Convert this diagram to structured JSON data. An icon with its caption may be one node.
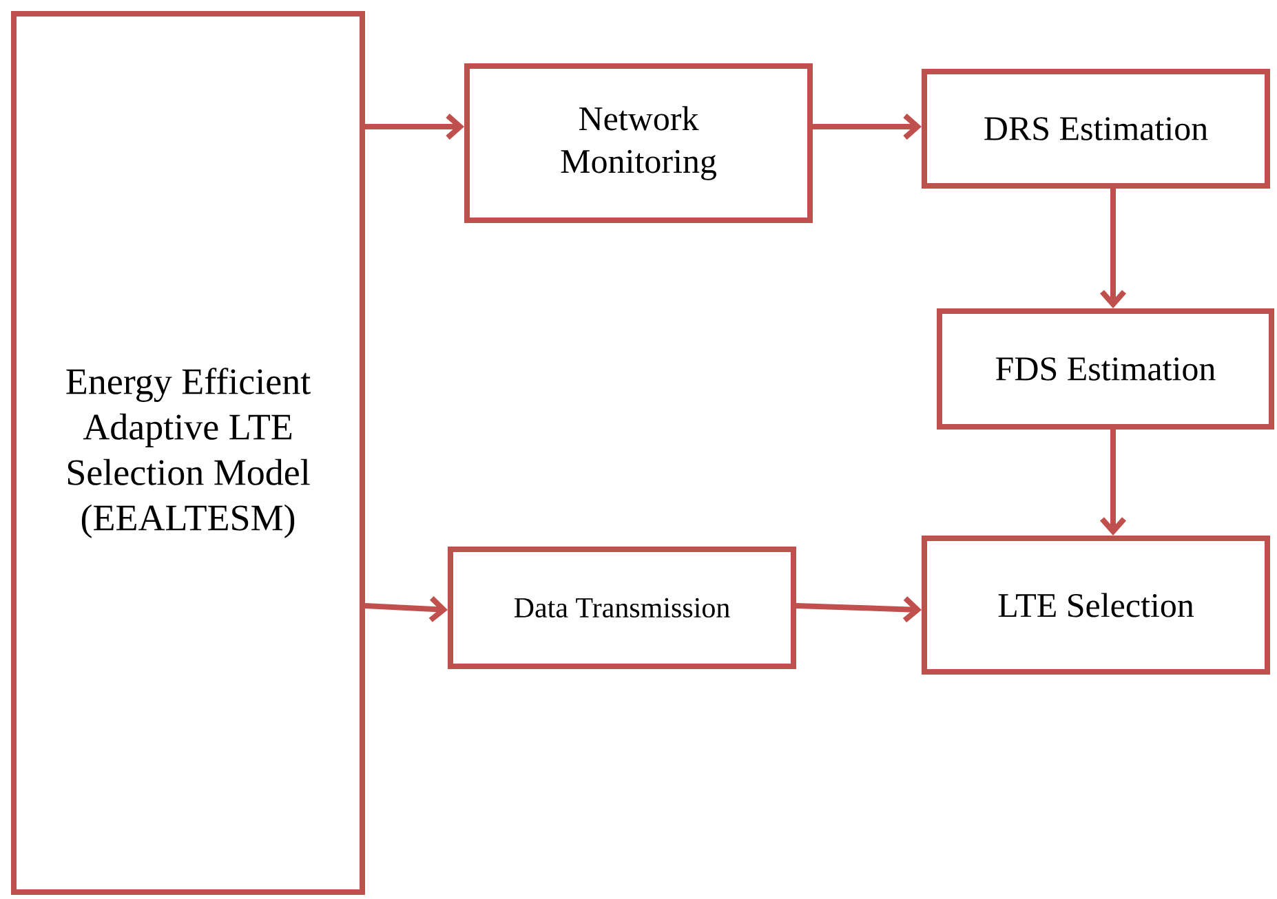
{
  "diagram": {
    "nodes": [
      {
        "text": [
          "Energy Efficient Adaptive LTE Selection Model (EEALTESM)"
        ]
      },
      {
        "text": [
          "Network Monitoring"
        ]
      },
      {
        "text": [
          "DRS Estimation"
        ]
      },
      {
        "text": [
          "FDS Estimation"
        ]
      },
      {
        "text": [
          "Data Transmission"
        ]
      },
      {
        "text": [
          "LTE Selection"
        ]
      }
    ],
    "edges": [
      {
        "from": 0,
        "to": 1,
        "arrow": "to"
      },
      {
        "from": 1,
        "to": 2,
        "arrow": "to"
      },
      {
        "from": 2,
        "to": 3,
        "arrow": "to"
      },
      {
        "from": 3,
        "to": 5,
        "arrow": "to"
      },
      {
        "from": 0,
        "to": 4,
        "arrow": "to"
      },
      {
        "from": 4,
        "to": 5,
        "arrow": "to"
      }
    ]
  }
}
